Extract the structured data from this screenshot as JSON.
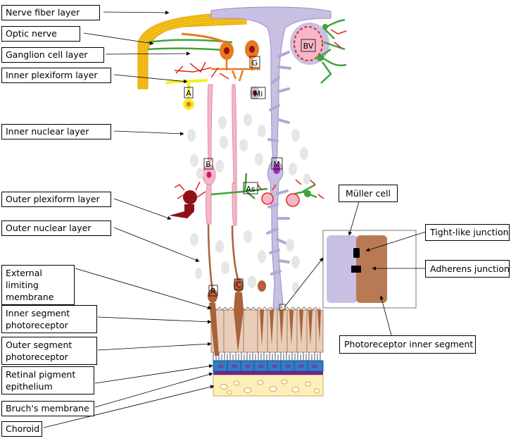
{
  "left_labels": [
    "Nerve fiber layer",
    "Optic nerve",
    "Ganglion cell layer",
    "Inner plexiform layer",
    "Inner nuclear layer",
    "Outer plexiform layer",
    "Outer nuclear layer",
    "External limiting membrane",
    "Inner segment photoreceptor",
    "Outer segment photoreceptor",
    "Retinal pigment epithelium",
    "Bruch's membrane",
    "Choroid"
  ],
  "inset_labels": {
    "muller_cell": "Müller cell",
    "tight_junction": "Tight-like junction",
    "adherens_junction": "Adherens junction",
    "photoreceptor_inner_segment": "Photoreceptor inner segment"
  },
  "cell_tags": {
    "blood_vessel": "BV",
    "ganglion": "G",
    "amacrine": "A",
    "microglia": "Mi",
    "bipolar": "B",
    "muller": "M",
    "astrocyte": "As",
    "rod": "R",
    "cone": "C"
  },
  "colors": {
    "nerve_fiber": "#f5c21b",
    "muller": "#c8bfe2",
    "ganglion": "#e87a1c",
    "bipolar": "#f6b7c8",
    "astrocyte": "#3fa33b",
    "photoreceptor": "#a9623a",
    "inner_segment_bg": "#e9cdb8",
    "rpe": "#2f7ec6",
    "bruchs": "#7b1f8f",
    "choroid": "#fbf1b8",
    "amacrine": "#f3ee22",
    "horizontal": "#8c1218",
    "microglia": "#e0261b"
  }
}
